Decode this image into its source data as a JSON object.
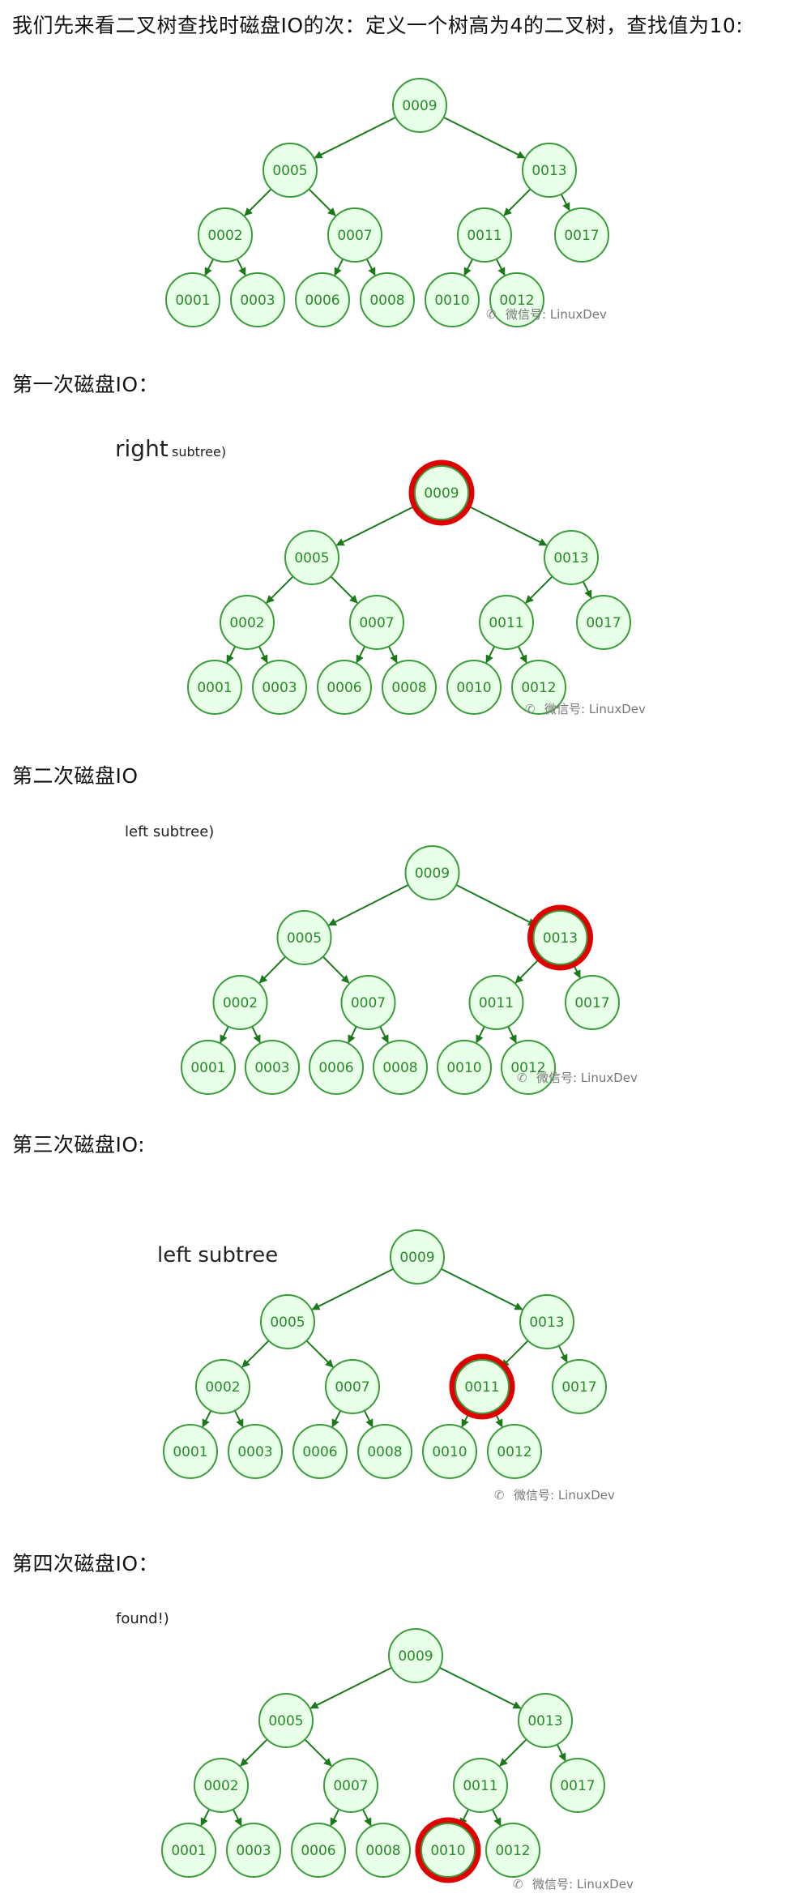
{
  "paragraphs": [
    "我们先来看二叉树查找时磁盘IO的次：定义一个树高为4的二叉树，查找值为10:",
    "第一次磁盘IO：",
    "第二次磁盘IO",
    "第三次磁盘IO:",
    "第四次磁盘IO："
  ],
  "watermark": "微信号: LinuxDev",
  "colors": {
    "node_fill": "#e8ffe8",
    "node_stroke": "#3a9c3a",
    "node_text": "#2a8a2a",
    "edge": "#1a7a1a",
    "highlight": "#e00000"
  },
  "tree": {
    "nodes": [
      {
        "id": "n9",
        "label": "0009",
        "parent": null
      },
      {
        "id": "n5",
        "label": "0005",
        "parent": "n9"
      },
      {
        "id": "n13",
        "label": "0013",
        "parent": "n9"
      },
      {
        "id": "n2",
        "label": "0002",
        "parent": "n5"
      },
      {
        "id": "n7",
        "label": "0007",
        "parent": "n5"
      },
      {
        "id": "n11",
        "label": "0011",
        "parent": "n13"
      },
      {
        "id": "n17",
        "label": "0017",
        "parent": "n13"
      },
      {
        "id": "n1",
        "label": "0001",
        "parent": "n2"
      },
      {
        "id": "n3",
        "label": "0003",
        "parent": "n2"
      },
      {
        "id": "n6",
        "label": "0006",
        "parent": "n7"
      },
      {
        "id": "n8",
        "label": "0008",
        "parent": "n7"
      },
      {
        "id": "n10",
        "label": "0010",
        "parent": "n11"
      },
      {
        "id": "n12",
        "label": "0012",
        "parent": "n11"
      }
    ]
  },
  "panels": [
    {
      "caption": "",
      "highlight": ""
    },
    {
      "caption": "right",
      "caption_small": "subtree)",
      "highlight": "n9"
    },
    {
      "caption": "left subtree)",
      "highlight": "n13"
    },
    {
      "caption": "left subtree",
      "highlight": "n11"
    },
    {
      "caption": "found!)",
      "highlight": "n10"
    }
  ]
}
